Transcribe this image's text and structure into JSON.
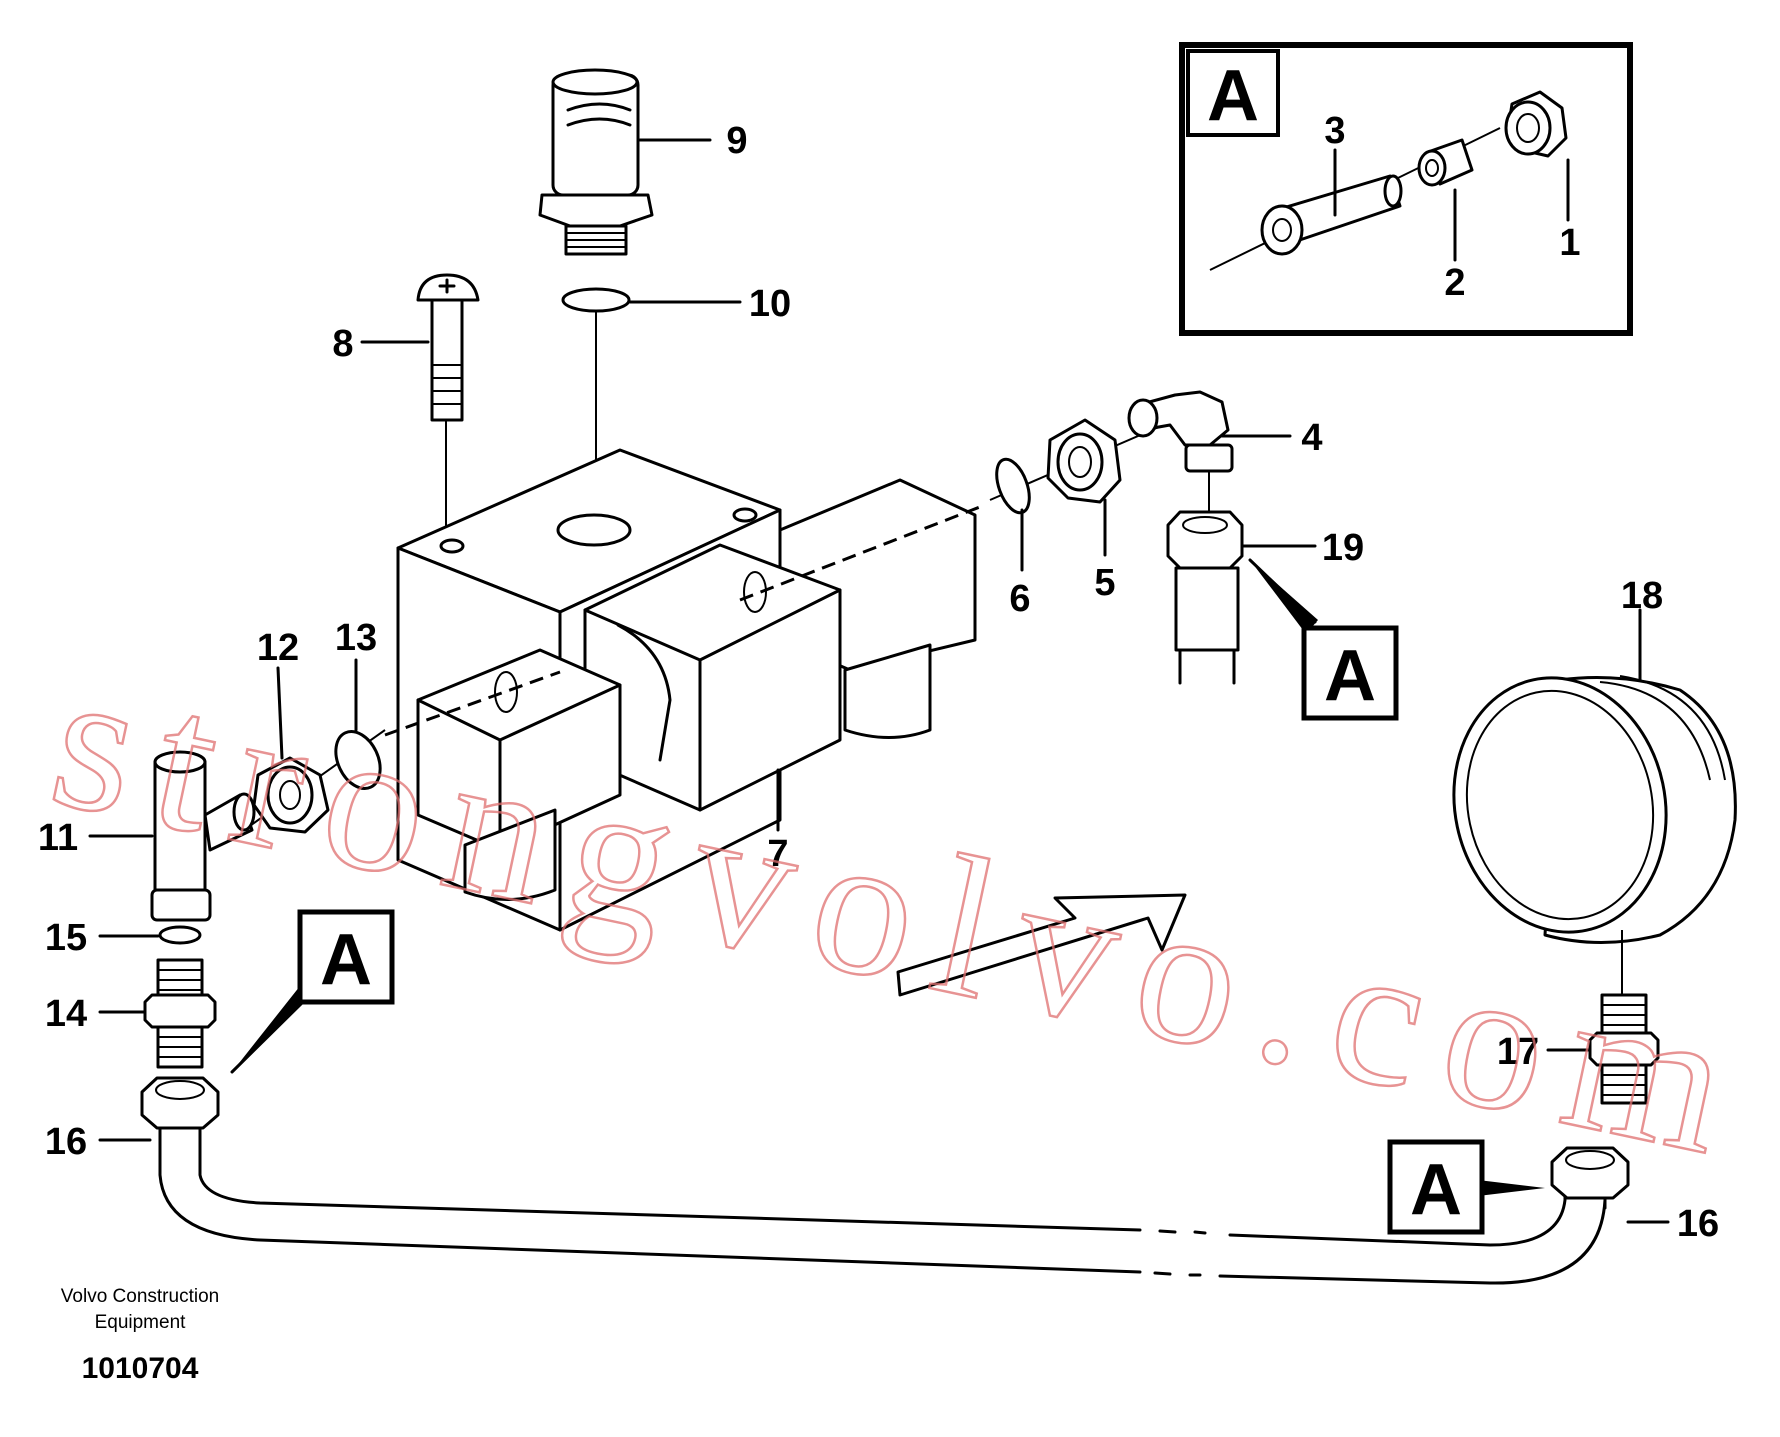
{
  "callouts": {
    "c1": "1",
    "c2": "2",
    "c3": "3",
    "c4": "4",
    "c5": "5",
    "c6": "6",
    "c7": "7",
    "c8": "8",
    "c9": "9",
    "c10": "10",
    "c11": "11",
    "c12": "12",
    "c13": "13",
    "c14": "14",
    "c15": "15",
    "c16a": "16",
    "c16b": "16",
    "c17": "17",
    "c18": "18",
    "c19": "19"
  },
  "detail_refs": {
    "inset": "A",
    "ref_19": "A",
    "ref_16_left": "A",
    "ref_16_right": "A"
  },
  "footer": {
    "company_line1": "Volvo Construction",
    "company_line2": "Equipment",
    "drawing_number": "1010704"
  },
  "watermark": "strongvolvo.com"
}
